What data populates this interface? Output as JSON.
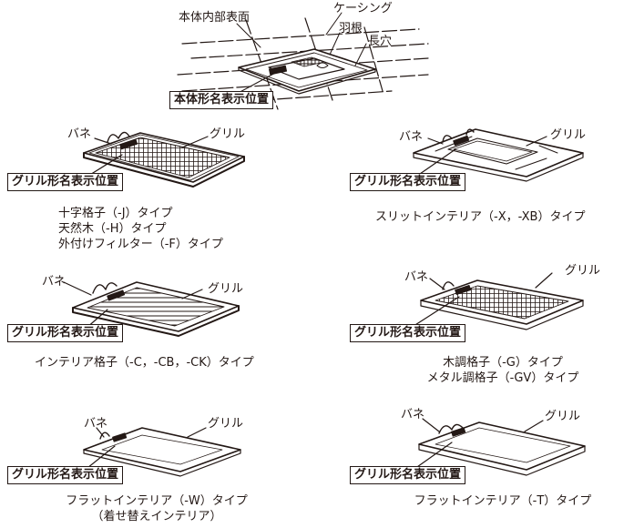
{
  "top": {
    "label_body_inner_surface": "本体内部表面",
    "label_casing": "ケーシング",
    "label_hane": "羽根",
    "label_long_hole": "長穴",
    "model_label_position": "本体形名表示位置"
  },
  "panels": [
    {
      "spring": "バネ",
      "grille": "グリル",
      "position_label": "グリル形名表示位置",
      "caption": [
        "十字格子（-J）タイプ",
        "天然木（-H）タイプ",
        "外付けフィルター（-F）タイプ"
      ]
    },
    {
      "spring": "バネ",
      "grille": "グリル",
      "position_label": "グリル形名表示位置",
      "caption": [
        "スリットインテリア（-X，-XB）タイプ"
      ]
    },
    {
      "spring": "バネ",
      "grille": "グリル",
      "position_label": "グリル形名表示位置",
      "caption": [
        "インテリア格子（-C，-CB，-CK）タイプ"
      ]
    },
    {
      "spring": "バネ",
      "grille": "グリル",
      "position_label": "グリル形名表示位置",
      "caption": [
        "木調格子（-G）タイプ",
        "メタル調格子（-GV）タイプ"
      ]
    },
    {
      "spring": "バネ",
      "grille": "グリル",
      "position_label": "グリル形名表示位置",
      "caption": [
        "フラットインテリア（-W）タイプ",
        "（着せ替えインテリア）"
      ]
    },
    {
      "spring": "バネ",
      "grille": "グリル",
      "position_label": "グリル形名表示位置",
      "caption": [
        "フラットインテリア（-T）タイプ"
      ]
    }
  ]
}
